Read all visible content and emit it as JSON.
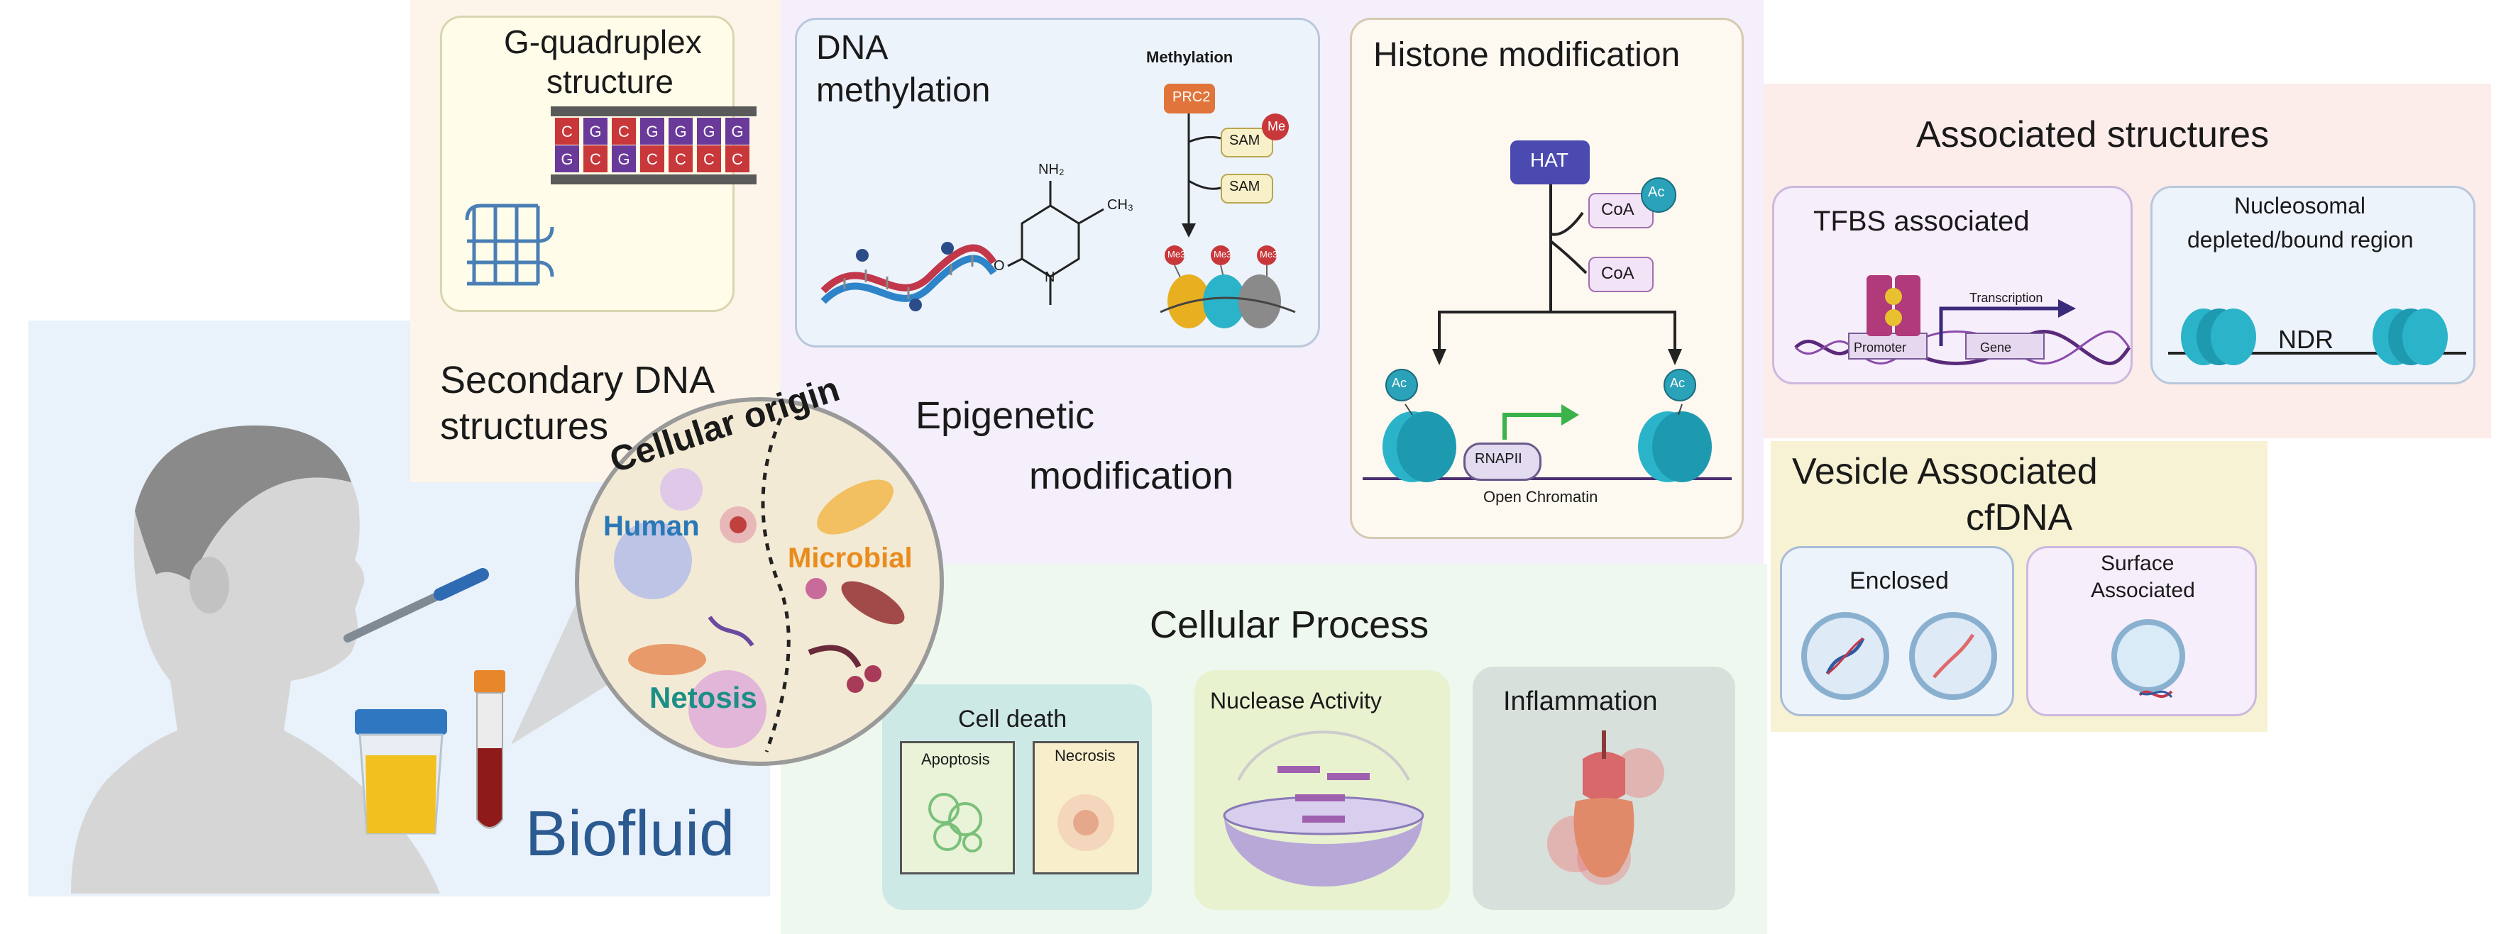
{
  "secondary": {
    "card_title_line1": "G-quadruplex",
    "card_title_line2": "structure",
    "label_line1": "Secondary DNA",
    "label_line2": "structures",
    "bases_top": [
      "C",
      "G",
      "C",
      "G",
      "G",
      "G",
      "G"
    ],
    "bases_bottom": [
      "G",
      "C",
      "G",
      "C",
      "C",
      "C",
      "C"
    ]
  },
  "epigenetic": {
    "label_line1": "Epigenetic",
    "label_line2": "modification",
    "dna_methylation": {
      "title_line1": "DNA",
      "title_line2": "methylation",
      "diagram_title": "Methylation",
      "enzyme": "PRC2",
      "cofactor": "SAM",
      "me": "Me",
      "me3": "Me3",
      "nh2": "NH₂",
      "ch3": "CH₃",
      "n": "N",
      "o": "O",
      "dna_marker": "Me"
    },
    "histone": {
      "title": "Histone modification",
      "enzyme": "HAT",
      "coa": "CoA",
      "ac": "Ac",
      "polymerase": "RNAPII",
      "chromatin_label": "Open Chromatin"
    }
  },
  "associated": {
    "title": "Associated structures",
    "tfbs": {
      "title": "TFBS associated",
      "promoter": "Promoter",
      "gene": "Gene",
      "transcription": "Transcription"
    },
    "nucleosomal": {
      "title_line1": "Nucleosomal",
      "title_line2": "depleted/bound region",
      "ndr": "NDR"
    }
  },
  "vesicle": {
    "title_line1": "Vesicle Associated",
    "title_line2": "cfDNA",
    "enclosed": "Enclosed",
    "surface_line1": "Surface",
    "surface_line2": "Associated"
  },
  "cellular_process": {
    "title": "Cellular Process",
    "cell_death": "Cell death",
    "apoptosis": "Apoptosis",
    "necrosis": "Necrosis",
    "nuclease": "Nuclease Activity",
    "inflammation": "Inflammation"
  },
  "cellular_origin": {
    "title": "Cellular origin",
    "human": "Human",
    "microbial": "Microbial",
    "netosis": "Netosis"
  },
  "biofluid": {
    "label": "Biofluid"
  },
  "colors": {
    "secondary_bg": "#fdf5ea",
    "epigenetic_bg": "#f5effc",
    "associated_bg": "#fcecea",
    "vesicle_bg": "#f7f2d3",
    "process_bg": "#eef8ee",
    "biofluid_bg": "#e9f1fa",
    "biofluid_text": "#2b5a91",
    "human_text": "#2a78b6",
    "microbial_text": "#e98c1d",
    "netosis_text": "#1b8f86",
    "nucleosome": "#2bb3c9",
    "hat": "#4b4ab0",
    "coa": "#f3e3f7",
    "prc2": "#e0743a"
  }
}
